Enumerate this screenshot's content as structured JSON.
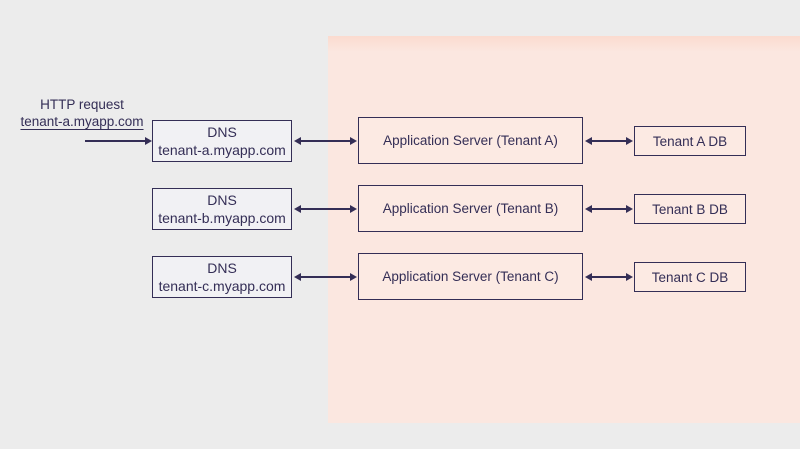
{
  "colors": {
    "background": "#ececec",
    "panel": "#fbe7e0",
    "panel_top": "#fbdbcf",
    "ink": "#342e56",
    "dns_fill": "#f1f1f4",
    "pink_fill": "#fceae3"
  },
  "request": {
    "line1": "HTTP request",
    "line2": "tenant-a.myapp.com"
  },
  "rows": [
    {
      "dns_title": "DNS",
      "dns_host": "tenant-a.myapp.com",
      "app_label": "Application Server (Tenant A)",
      "db_label": "Tenant A DB"
    },
    {
      "dns_title": "DNS",
      "dns_host": "tenant-b.myapp.com",
      "app_label": "Application Server (Tenant B)",
      "db_label": "Tenant B DB"
    },
    {
      "dns_title": "DNS",
      "dns_host": "tenant-c.myapp.com",
      "app_label": "Application Server (Tenant C)",
      "db_label": "Tenant C DB"
    }
  ]
}
